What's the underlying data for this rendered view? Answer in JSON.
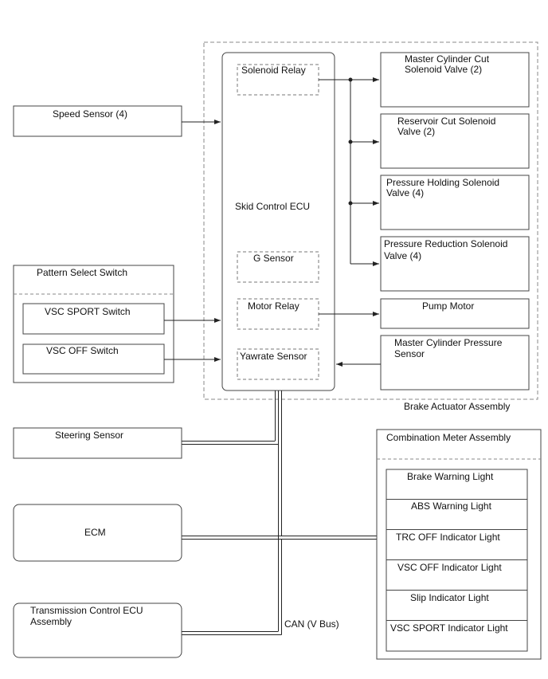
{
  "inputs": {
    "speed_sensor": "Speed Sensor (4)",
    "pattern_select_switch": "Pattern Select Switch",
    "vsc_sport_switch": "VSC SPORT Switch",
    "vsc_off_switch": "VSC OFF Switch"
  },
  "ecu": {
    "title": "Skid Control ECU",
    "solenoid_relay": "Solenoid Relay",
    "g_sensor": "G Sensor",
    "motor_relay": "Motor Relay",
    "yawrate_sensor": "Yawrate Sensor"
  },
  "valves": {
    "master_cyl_cut": [
      "Master Cylinder Cut",
      "Solenoid Valve (2)"
    ],
    "reservoir_cut": [
      "Reservoir Cut Solenoid",
      "Valve (2)"
    ],
    "pressure_holding": [
      "Pressure Holding Solenoid",
      "Valve (4)"
    ],
    "pressure_reduction": [
      "Pressure Reduction Solenoid",
      "Valve (4)"
    ]
  },
  "pump_motor": "Pump Motor",
  "master_cyl_pressure_sensor": [
    "Master Cylinder Pressure",
    "Sensor"
  ],
  "brake_actuator_assembly": "Brake Actuator Assembly",
  "can_nodes": {
    "steering_sensor": "Steering Sensor",
    "ecm": "ECM",
    "transmission_ecu": [
      "Transmission Control ECU",
      "Assembly"
    ]
  },
  "can_label": "CAN (V Bus)",
  "combination_meter": {
    "title": "Combination Meter Assembly",
    "lights": [
      "Brake Warning Light",
      "ABS Warning Light",
      "TRC OFF Indicator Light",
      "VSC OFF Indicator Light",
      "Slip Indicator Light",
      "VSC SPORT Indicator Light"
    ]
  }
}
